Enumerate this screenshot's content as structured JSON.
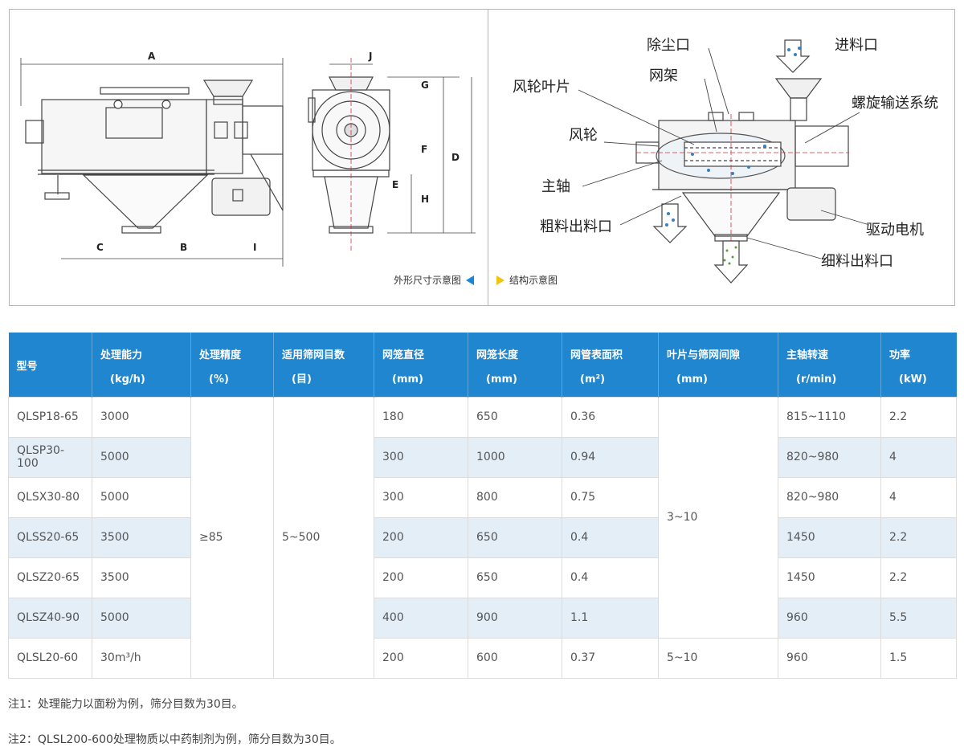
{
  "diagram": {
    "outline_dims": [
      "A",
      "J",
      "G",
      "F",
      "D",
      "E",
      "H",
      "C",
      "B",
      "I"
    ],
    "outline_caption": "外形尺寸示意图",
    "structure_caption": "结构示意图",
    "callouts": {
      "dust": "除尘口",
      "feed": "进料口",
      "frame": "网架",
      "blade": "风轮叶片",
      "screw": "螺旋输送系统",
      "wheel": "风轮",
      "shaft": "主轴",
      "coarse": "粗料出料口",
      "motor": "驱动电机",
      "fine": "细料出料口"
    }
  },
  "table": {
    "headers": [
      {
        "label": "型号",
        "unit": ""
      },
      {
        "label": "处理能力",
        "unit": "(kg/h)"
      },
      {
        "label": "处理精度",
        "unit": "(%)"
      },
      {
        "label": "适用筛网目数",
        "unit": "(目)"
      },
      {
        "label": "网笼直径",
        "unit": "(mm)"
      },
      {
        "label": "网笼长度",
        "unit": "(mm)"
      },
      {
        "label": "网管表面积",
        "unit": "(m²)"
      },
      {
        "label": "叶片与筛网间隙",
        "unit": "(mm)"
      },
      {
        "label": "主轴转速",
        "unit": "(r/min)"
      },
      {
        "label": "功率",
        "unit": "(kW)"
      }
    ],
    "precision_merged": "≥85",
    "mesh_merged": "5~500",
    "gap_merged_top": "3~10",
    "gap_last": "5~10",
    "rows": [
      {
        "model": "QLSP18-65",
        "capacity": "3000",
        "diameter": "180",
        "length": "650",
        "area": "0.36",
        "speed": "815~1110",
        "power": "2.2"
      },
      {
        "model": "QLSP30-100",
        "capacity": "5000",
        "diameter": "300",
        "length": "1000",
        "area": "0.94",
        "speed": "820~980",
        "power": "4"
      },
      {
        "model": "QLSX30-80",
        "capacity": "5000",
        "diameter": "300",
        "length": "800",
        "area": "0.75",
        "speed": "820~980",
        "power": "4"
      },
      {
        "model": "QLSS20-65",
        "capacity": "3500",
        "diameter": "200",
        "length": "650",
        "area": "0.4",
        "speed": "1450",
        "power": "2.2"
      },
      {
        "model": "QLSZ20-65",
        "capacity": "3500",
        "diameter": "200",
        "length": "650",
        "area": "0.4",
        "speed": "1450",
        "power": "2.2"
      },
      {
        "model": "QLSZ40-90",
        "capacity": "5000",
        "diameter": "400",
        "length": "900",
        "area": "1.1",
        "speed": "960",
        "power": "5.5"
      },
      {
        "model": "QLSL20-60",
        "capacity": "30m³/h",
        "diameter": "200",
        "length": "600",
        "area": "0.37",
        "speed": "960",
        "power": "1.5"
      }
    ]
  },
  "notes": [
    "注1：处理能力以面粉为例，筛分目数为30目。",
    "注2：QLSL200-600处理物质以中药制剂为例，筛分目数为30目。"
  ],
  "colors": {
    "header_bg": "#1f86cf",
    "row_alt": "#e4eef7",
    "accent_red": "#d9303a"
  }
}
